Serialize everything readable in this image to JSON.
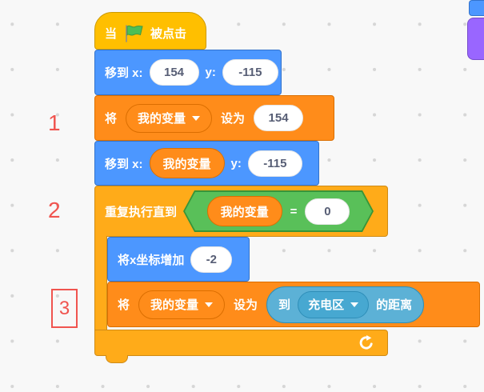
{
  "workspace": {
    "background_color": "#f8f8f8",
    "grid_dot_color": "#d6d6d6"
  },
  "colors": {
    "events": "#FFBF00",
    "motion": "#4C97FF",
    "variables": "#FF8C1A",
    "control": "#FFAB19",
    "sensing": "#5CB1D6",
    "operators": "#59C059",
    "annotation": "#F0544F",
    "input_text": "#575E75",
    "looks": "#9966FF"
  },
  "script": {
    "hat": {
      "pre": "当",
      "post": "被点击",
      "icon": "green-flag"
    },
    "goto1": {
      "label_x": "移到 x:",
      "x": "154",
      "label_y": "y:",
      "y": "-115"
    },
    "set1": {
      "set": "将",
      "variable": "我的变量",
      "to": "设为",
      "value": "154"
    },
    "goto2": {
      "label_x": "移到 x:",
      "variable": "我的变量",
      "label_y": "y:",
      "y": "-115"
    },
    "repeat": {
      "label": "重复执行直到",
      "cond_left": "我的变量",
      "cond_op": "=",
      "cond_right": "0"
    },
    "changex": {
      "label": "将x坐标增加",
      "value": "-2"
    },
    "set2": {
      "set": "将",
      "variable": "我的变量",
      "to": "设为",
      "dist_pre": "到",
      "dist_target": "充电区",
      "dist_post": "的距离"
    }
  },
  "annotations": {
    "n1": "1",
    "n2": "2",
    "n3": "3"
  }
}
